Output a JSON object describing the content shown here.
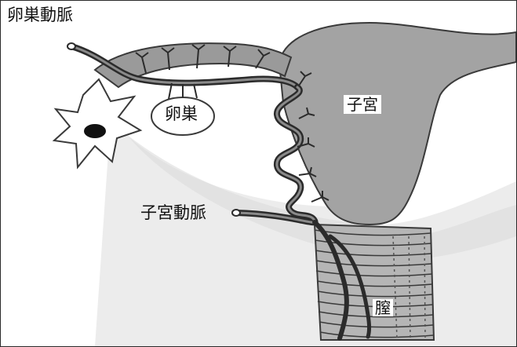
{
  "labels": {
    "ovarian_artery": "卵巣動脈",
    "ovary": "卵巣",
    "uterus": "子宮",
    "uterine_artery": "子宮動脈",
    "vagina": "膣"
  },
  "colors": {
    "tissue_dark": "#8c8c8c",
    "tissue_mid": "#a8a8a8",
    "tissue_light": "#e6e6e6",
    "vessel": "#333333",
    "outline": "#3a3a3a"
  }
}
